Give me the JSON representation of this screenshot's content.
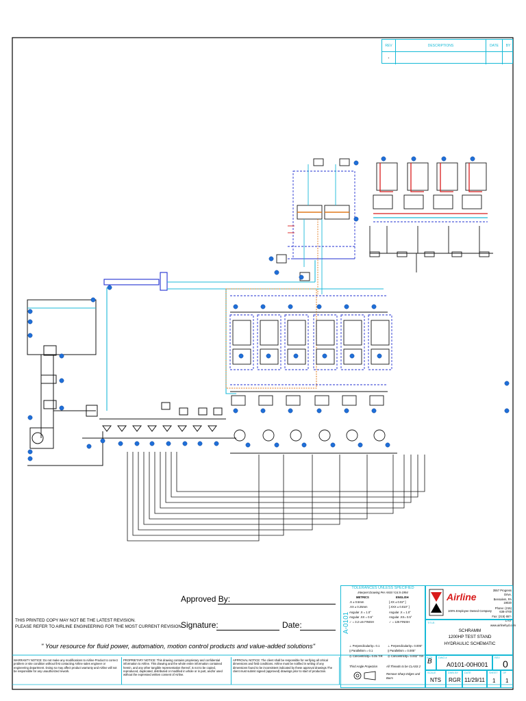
{
  "revision_table": {
    "headers": [
      "REV",
      "DESCRIPTIONS",
      "DATE",
      "BY"
    ],
    "first_rev": "-"
  },
  "printed_copy": {
    "line1": "THIS PRINTED COPY MAY NOT BE THE LATEST REVISION.",
    "line2": "PLEASE REFER TO AIRLINE ENGINEERING FOR THE MOST CURRENT REVISION."
  },
  "approval": {
    "approved_by": "Approved By:",
    "signature": "Signature:",
    "date": "Date:"
  },
  "slogan": "\" Your resource for fluid power, automation, motion control products and value-added solutions\"",
  "notices": {
    "warranty": "WARRANTY NOTICE:  Do not make any modifications to Airline Product to correct problem or site condition without first contacting Airline sales engineer or engineering department. Doing so may affect product warranty and Airline will not be responsible for any unauthorized rework.",
    "proprietary": "PROPRIETARY NOTICE:  This drawing contains proprietary and confidential information to Airline. This drawing and the whole entire information contained herein, and any other tangible representation thereof, is not to be copied, reproduced, duplicated, distributed or modified in whole or in part, and/or used without the expressed written consent of Airline.",
    "approval": "APPROVAL NOTICE:  The client shall be responsible for verifying all critical dimensions and field conditions. Airline must be notified in writing of any dimensions found to be inconsistent indicated by these approval drawings.The client must submit signed (approved) drawings prior to start of production."
  },
  "vertical_number": "A-0101",
  "tolerances": {
    "title": "TOLERANCES UNLESS SPECIFIED",
    "subtitle": "Interpret Drawing Per ANSI Y14.5-1994",
    "metrics_label": "METRICS",
    "english_label": "ENGLISH",
    "metric_lines": [
      ".X    ±  0.5mm",
      ".XX   ±  0.25mm",
      "Angular .X  =  1.0°",
      "Angular .XX =  0.5°",
      "✓ = 3.2 um FINISH"
    ],
    "english_lines": [
      "[.XX  ±  0.02\" ]",
      "[.XXX ± 0.010\" ]",
      "Angular .X  =  1.0°",
      "Angular .XX=  0.5°",
      "✓ = 125 FINISH"
    ],
    "metric_geo": [
      "⊥ Perpendicularity= 0.1",
      "∥ Parallelism = 0.1",
      "◎ Concentricity= 0.05 TIR"
    ],
    "english_geo": [
      "⊥ Perpendicularity= 0.005\"",
      "∥ Parallelism = 0.005\"",
      "◎ Concentricity= 0.002\" TIR"
    ],
    "projection": "Third Angle Projection",
    "threads": "All Threads to be CLASS 2",
    "edges": "Remove Sharp Edges and Burrs"
  },
  "company": {
    "name": "Airline",
    "tagline": "100% Employee Owned Company",
    "address": [
      "3557 Progress Drive,",
      "Bensalem, PA 19020",
      "Phone: (215) 638-4700",
      "Fax: (215) 657-1707",
      "www.airlinehyd.com"
    ]
  },
  "title_block": {
    "title_label": "TITLE:",
    "title_lines": [
      "SCHRAMM",
      "1200HP TEST STAND",
      "HYDRAULIC SCHEMATIC"
    ],
    "size_label": "SIZE",
    "size": "B",
    "dwg_label": "DWG #",
    "dwg": "A0101-00H001",
    "rev_label": "REV",
    "rev": "0",
    "scale_label": "SCALE",
    "scale": "NTS",
    "dwn_label": "DWN BY",
    "dwn": "RGR",
    "date_label": "DATE",
    "date": "11/29/11",
    "sheet_label": "SHEET",
    "sheet": "1",
    "of_label": "OF",
    "of": "1"
  },
  "schematic_colors": {
    "cyan": "#18b8d8",
    "blue": "#1f2fd0",
    "red": "#d81a1a",
    "orange": "#e07818",
    "black": "#111111"
  }
}
